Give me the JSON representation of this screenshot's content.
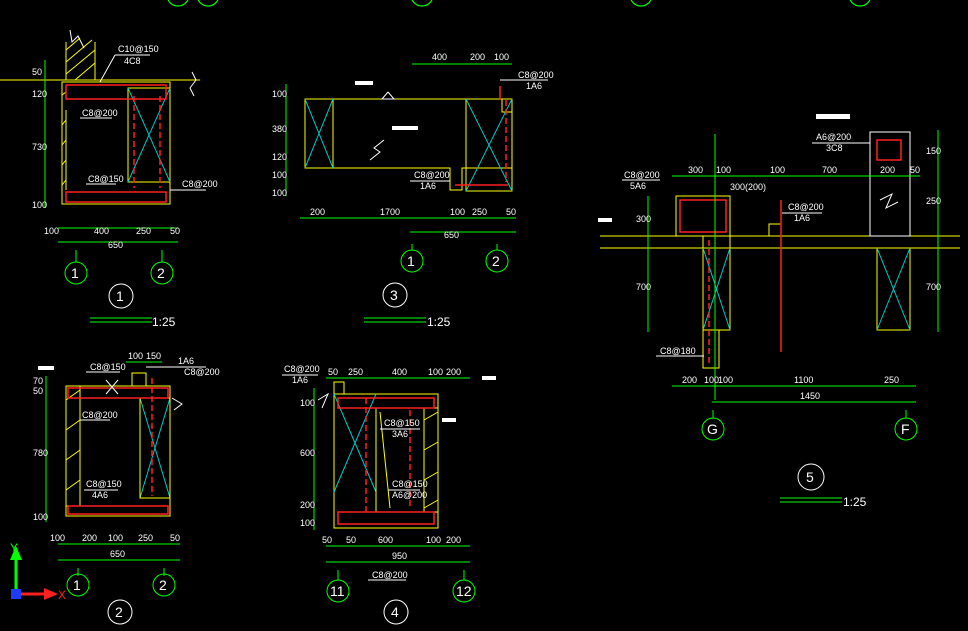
{
  "colors": {
    "background": "#000000",
    "dim_line": "#00ff00",
    "wall": "#ffff00",
    "rebar": "#ff2020",
    "cross": "#00c8c8",
    "text": "#ffffff"
  },
  "details": {
    "d1": {
      "number": "1",
      "scale": "1:25",
      "grids": [
        "1",
        "2"
      ],
      "labels": [
        "C10@150",
        "4C8",
        "C8@200",
        "C8@150",
        "C8@200"
      ],
      "dims_v": [
        "50",
        "120",
        "730",
        "100"
      ],
      "dims_h": [
        "100",
        "400",
        "250",
        "50"
      ],
      "dims_total": "650"
    },
    "d2": {
      "number": "2",
      "grids": [
        "1",
        "2"
      ],
      "labels": [
        "C8@150",
        "C8@200",
        "1A6",
        "C8@200",
        "C8@150",
        "4A6"
      ],
      "dims_top": [
        "100",
        "150"
      ],
      "dims_v": [
        "70",
        "50",
        "780",
        "100"
      ],
      "dims_h": [
        "100",
        "200",
        "100",
        "250",
        "50"
      ],
      "dims_total": "650"
    },
    "d3": {
      "number": "3",
      "scale": "1:25",
      "grids": [
        "1",
        "2"
      ],
      "labels": [
        "C8@200",
        "1A6",
        "C8@200",
        "1A6"
      ],
      "dims_top": [
        "400",
        "200",
        "100"
      ],
      "dims_v": [
        "100",
        "380",
        "120",
        "100",
        "100"
      ],
      "dims_h": [
        "200",
        "1700",
        "100",
        "250",
        "50"
      ],
      "dims_total": "650"
    },
    "d4": {
      "number": "4",
      "grids": [
        "11",
        "12"
      ],
      "labels": [
        "C8@200",
        "1A6",
        "C8@150",
        "3A6",
        "C8@150",
        "A6@200",
        "C8@200"
      ],
      "dims_top": [
        "50",
        "250",
        "400",
        "100",
        "200"
      ],
      "dims_v": [
        "100",
        "600",
        "200",
        "100"
      ],
      "dims_h": [
        "50",
        "50",
        "600",
        "100",
        "200"
      ],
      "dims_total": "950"
    },
    "d5": {
      "number": "5",
      "scale": "1:25",
      "grids": [
        "G",
        "F"
      ],
      "labels": [
        "C8@200",
        "5A6",
        "C8@200",
        "1A6",
        "A6@200",
        "3C8",
        "C8@180"
      ],
      "dims_top": [
        "300",
        "100",
        "300(200)",
        "100",
        "700",
        "200",
        "50"
      ],
      "dims_v_left": [
        "300",
        "700"
      ],
      "dims_v_right": [
        "150",
        "250",
        "700"
      ],
      "dims_h": [
        "200",
        "100",
        "100",
        "1100",
        "250"
      ],
      "dims_total": "1450"
    }
  },
  "axes": {
    "x": "X",
    "y": "Y"
  }
}
